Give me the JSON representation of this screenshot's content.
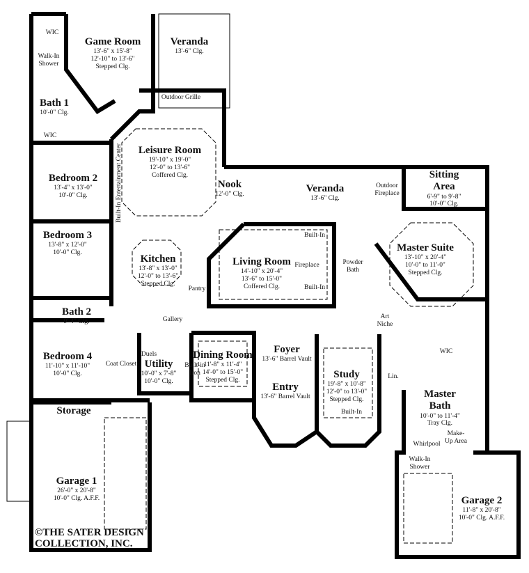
{
  "rooms": [
    {
      "name": "Game Room",
      "details": [
        "13'-6\" x 15'-8\"",
        "12'-10\" to 13'-6\"",
        "Stepped Clg."
      ]
    },
    {
      "name": "Veranda",
      "details": [
        "13'-6\" Clg."
      ]
    },
    {
      "name": "Bath 1",
      "details": [
        "10'-0\" Clg."
      ]
    },
    {
      "name": "Bedroom 2",
      "details": [
        "13'-4\" x 13'-0\"",
        "10'-0\" Clg."
      ]
    },
    {
      "name": "Leisure Room",
      "details": [
        "19'-10\" x 19'-0\"",
        "12'-0\" to 13'-6\"",
        "Coffered Clg."
      ]
    },
    {
      "name": "Nook",
      "details": [
        "12'-0\" Clg."
      ]
    },
    {
      "name": "Veranda",
      "details": [
        "13'-6\" Clg."
      ]
    },
    {
      "name": "Sitting Area",
      "details": [
        "6'-9\" to 9'-8\"",
        "10'-0\" Clg."
      ]
    },
    {
      "name": "Master Suite",
      "details": [
        "13'-10\" x 20'-4\"",
        "10'-0\" to 11'-0\"",
        "Stepped Clg."
      ]
    },
    {
      "name": "Living Room",
      "details": [
        "14'-10\" x 20'-4\"",
        "13'-6\" to 15'-0\"",
        "Coffered Clg."
      ]
    },
    {
      "name": "Bedroom 3",
      "details": [
        "13'-8\" x 12'-0\"",
        "10'-0\" Clg."
      ]
    },
    {
      "name": "Kitchen",
      "details": [
        "13'-8\" x 13'-0\"",
        "12'-0\" to 13'-6\"",
        "Stepped Clg."
      ]
    },
    {
      "name": "Bath 2",
      "details": [
        "9'-4\" Clg."
      ]
    },
    {
      "name": "Bedroom 4",
      "details": [
        "11'-10\" x 11'-10\"",
        "10'-0\" Clg."
      ]
    },
    {
      "name": "Utility",
      "details": [
        "10'-0\" x 7'-8\"",
        "10'-0\" Clg."
      ]
    },
    {
      "name": "Dining Room",
      "details": [
        "11'-8\" x 11'-4\"",
        "14'-0\" to 15'-0\"",
        "Stepped Clg."
      ]
    },
    {
      "name": "Foyer",
      "details": [
        "13'-6\" Barrel Vault"
      ]
    },
    {
      "name": "Entry",
      "details": [
        "13'-6\" Barrel Vault"
      ]
    },
    {
      "name": "Study",
      "details": [
        "19'-8\" x 10'-8\"",
        "12'-0\" to 13'-0\"",
        "Stepped Clg."
      ]
    },
    {
      "name": "Master Bath",
      "details": [
        "10'-0\" to 11'-4\"",
        "Tray Clg."
      ]
    },
    {
      "name": "Storage",
      "details": []
    },
    {
      "name": "Garage 1",
      "details": [
        "26'-0\" x 20'-8\"",
        "10'-0\" Clg. A.F.F."
      ]
    },
    {
      "name": "Garage 2",
      "details": [
        "11'-8\" x 20'-8\"",
        "10'-0\" Clg. A.F.F."
      ]
    }
  ],
  "notes": {
    "wic": "WIC",
    "walk_in_shower": "Walk-In Shower",
    "outdoor_grille": "Outdoor Grille",
    "entertainment": "Built-In Entertainment Center",
    "outdoor_fireplace": "Outdoor Fireplace",
    "built_in": "Built-In",
    "fireplace": "Fireplace",
    "powder_bath": "Powder Bath",
    "pantry": "Pantry",
    "gallery": "Gallery",
    "coat_closet": "Coat Closet",
    "duels": "Duels",
    "built_in_iron": "Built-in Iron",
    "art_niche": "Art Niche",
    "lin": "Lin.",
    "whirlpool": "Whirlpool",
    "make_up_area": "Make-Up Area"
  },
  "copyright": [
    "©THE SATER DESIGN",
    "COLLECTION, INC."
  ]
}
